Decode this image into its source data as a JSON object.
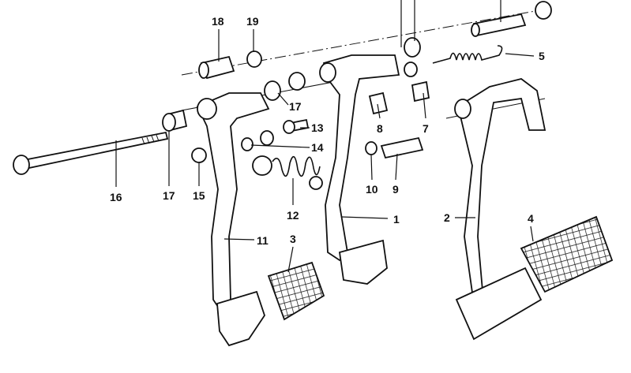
{
  "diagram": {
    "title": "Pedal assembly exploded view",
    "labels": {
      "l18": "18",
      "l19": "19",
      "l17a": "17",
      "l13": "13",
      "l14": "14",
      "l16": "16",
      "l17b": "17",
      "l15": "15",
      "l12": "12",
      "l11": "11",
      "l3": "3",
      "l8": "8",
      "l7": "7",
      "l10": "10",
      "l9": "9",
      "l1": "1",
      "l5": "5",
      "l2": "2",
      "l4": "4"
    }
  }
}
